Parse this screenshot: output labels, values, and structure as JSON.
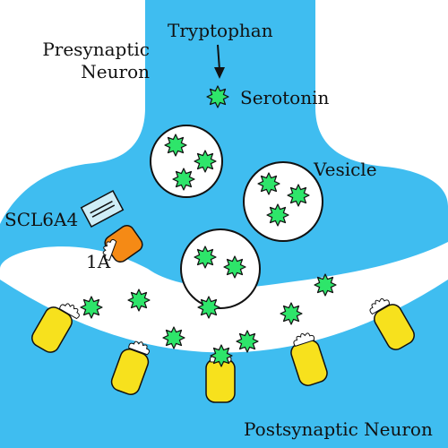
{
  "labels": {
    "tryptophan": "Tryptophan",
    "presynaptic_line1": "Presynaptic",
    "presynaptic_line2": "Neuron",
    "serotonin": "Serotonin",
    "vesicle": "Vesicle",
    "transporter": "SCL6A4",
    "receptor_1a": "1A",
    "postsynaptic": "Postsynaptic Neuron"
  },
  "colors": {
    "neuron": "#3fbdf0",
    "serotonin": "#2ee56a",
    "receptor": "#f7e11d",
    "autoreceptor": "#f58a15",
    "transporter": "#cfeef7",
    "outline": "#111111"
  },
  "icons": {
    "serotonin": "star-molecule-icon",
    "arrow": "arrow-down-icon"
  }
}
